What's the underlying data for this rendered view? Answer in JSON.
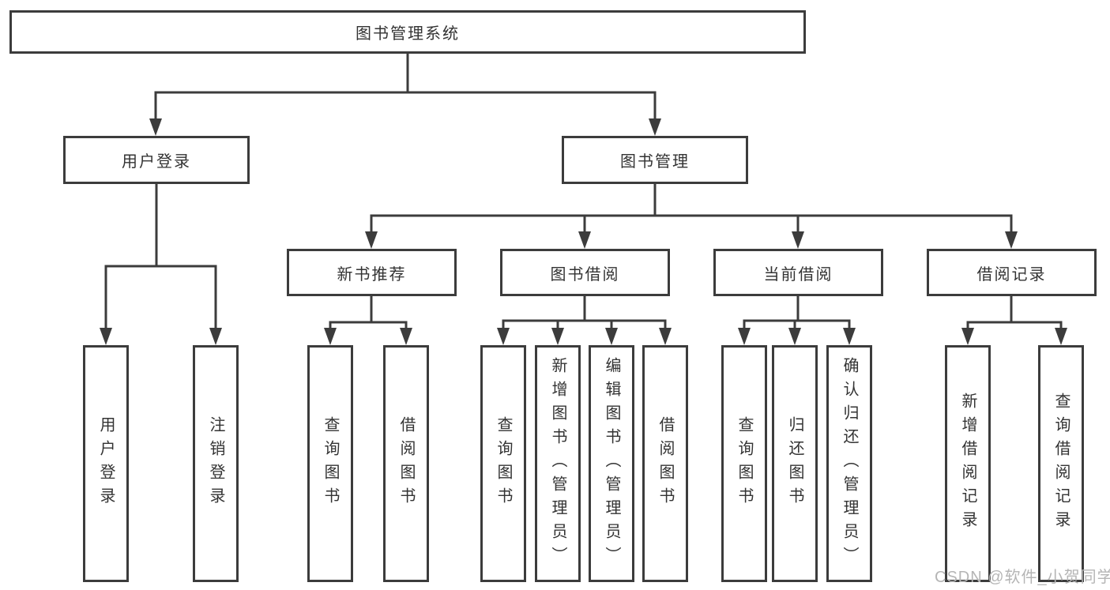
{
  "diagram": {
    "root": {
      "label": "图书管理系统"
    },
    "level2": [
      {
        "label": "用户登录"
      },
      {
        "label": "图书管理"
      }
    ],
    "level3": [
      {
        "label": "新书推荐"
      },
      {
        "label": "图书借阅"
      },
      {
        "label": "当前借阅"
      },
      {
        "label": "借阅记录"
      }
    ],
    "leaves": {
      "user_login": [
        "用户登录",
        "注销登录"
      ],
      "new_books": [
        "查询图书",
        "借阅图书"
      ],
      "book_borrow": [
        "查询图书",
        "新增图书（管理员）",
        "编辑图书（管理员）",
        "借阅图书"
      ],
      "current_borrow": [
        "查询图书",
        "归还图书",
        "确认归还（管理员）"
      ],
      "borrow_records": [
        "新增借阅记录",
        "查询借阅记录"
      ]
    }
  },
  "watermark": {
    "text": "CSDN @软件_小贺同学"
  },
  "colors": {
    "line": "#3c3c3c",
    "text": "#333333",
    "box_bg": "#ffffff",
    "watermark": "#b5b5b5"
  }
}
